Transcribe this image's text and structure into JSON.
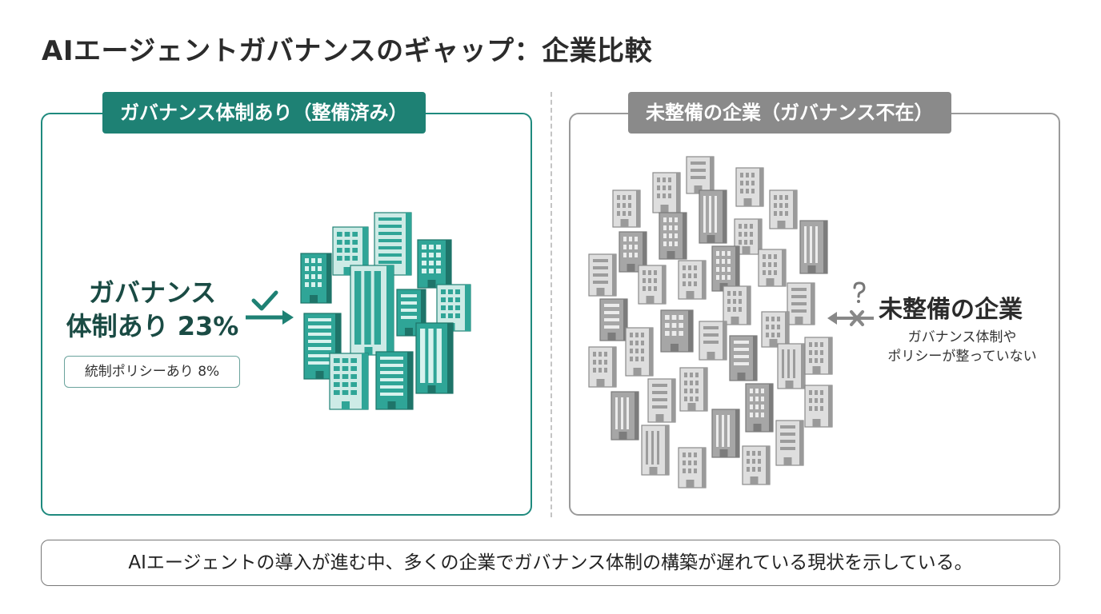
{
  "title": "AIエージェントガバナンスのギャップ：企業比較",
  "left_panel": {
    "label": "ガバナンス体制あり（整備済み）",
    "stat_line1": "ガバナンス",
    "stat_line2": "体制あり 23%",
    "governance_percent": 23,
    "sub_stat": "統制ポリシーあり 8%",
    "policy_percent": 8,
    "check_icon": "check-icon",
    "arrow_icon": "arrow-right-icon",
    "building_icon": "building-icon"
  },
  "right_panel": {
    "label": "未整備の企業（ガバナンス不在）",
    "callout_title": "未整備の企業",
    "callout_sub_line1": "ガバナンス体制や",
    "callout_sub_line2": "ポリシーが整っていない",
    "question_icon": "question-mark-icon",
    "cross_icon": "cross-icon",
    "arrow_icon": "arrow-left-icon",
    "building_icon": "building-icon"
  },
  "caption": "AIエージェントの導入が進む中、多くの企業でガバナンス体制の構築が遅れている現状を示している。",
  "colors": {
    "teal_dark": "#1e8174",
    "teal_mid": "#2fa597",
    "teal_light": "#cdebe6",
    "gray_dark": "#8a8a8a",
    "gray_mid": "#a6a6a6",
    "gray_light": "#e2e2e2"
  }
}
